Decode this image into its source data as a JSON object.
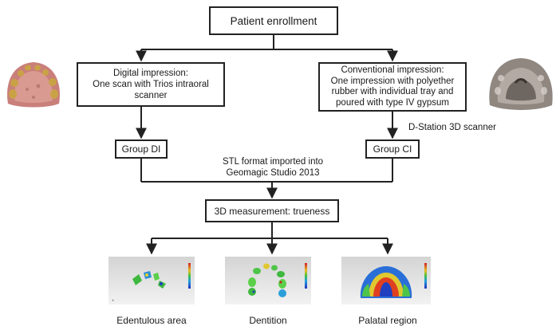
{
  "boxes": {
    "enrollment": "Patient enrollment",
    "digital": [
      "Digital impression:",
      "One scan with Trios intraoral",
      "scanner"
    ],
    "conventional": [
      "Conventional impression:",
      "One impression with polyether",
      "rubber with individual tray and",
      "poured with type IV gypsum"
    ],
    "group_di": "Group DI",
    "group_ci": "Group CI",
    "measurement": "3D measurement: trueness"
  },
  "annotations": {
    "scanner": "D-Station 3D scanner",
    "stl": [
      "STL format imported into",
      "Geomagic Studio 2013"
    ]
  },
  "results": [
    {
      "label": "Edentulous area",
      "icon": "edentulous-deviation-map"
    },
    {
      "label": "Dentition",
      "icon": "dentition-deviation-map"
    },
    {
      "label": "Palatal region",
      "icon": "palatal-deviation-map"
    }
  ],
  "images": {
    "left": "intraoral-scan-model-icon",
    "right": "gypsum-cast-model-icon"
  },
  "colors": {
    "line": "#222222",
    "model_pink": "#c97f7a",
    "model_gray": "#8f8780"
  }
}
